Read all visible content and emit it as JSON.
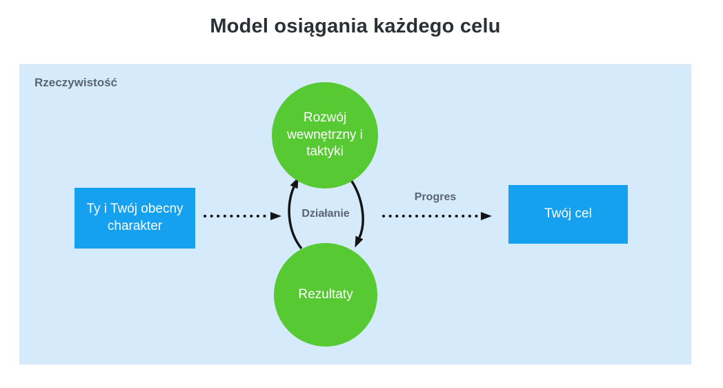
{
  "title": "Model osiągania każdego celu",
  "diagram": {
    "container_label": "Rzeczywistość",
    "nodes": {
      "start_box": "Ty i Twój obecny charakter",
      "top_circle": "Rozwój wewnętrzny i taktyki",
      "bottom_circle": "Rezultaty",
      "goal_box": "Twój cel"
    },
    "labels": {
      "cycle": "Działanie",
      "progress": "Progres"
    },
    "colors": {
      "background": "#ffffff",
      "panel_blue": "#d5ebfc",
      "box_blue": "#16a0f0",
      "circle_green": "#56c933",
      "arrow_black": "#141414",
      "label_gray": "#5b6470",
      "title_dark": "#2b2f36",
      "text_white": "#ffffff"
    }
  }
}
